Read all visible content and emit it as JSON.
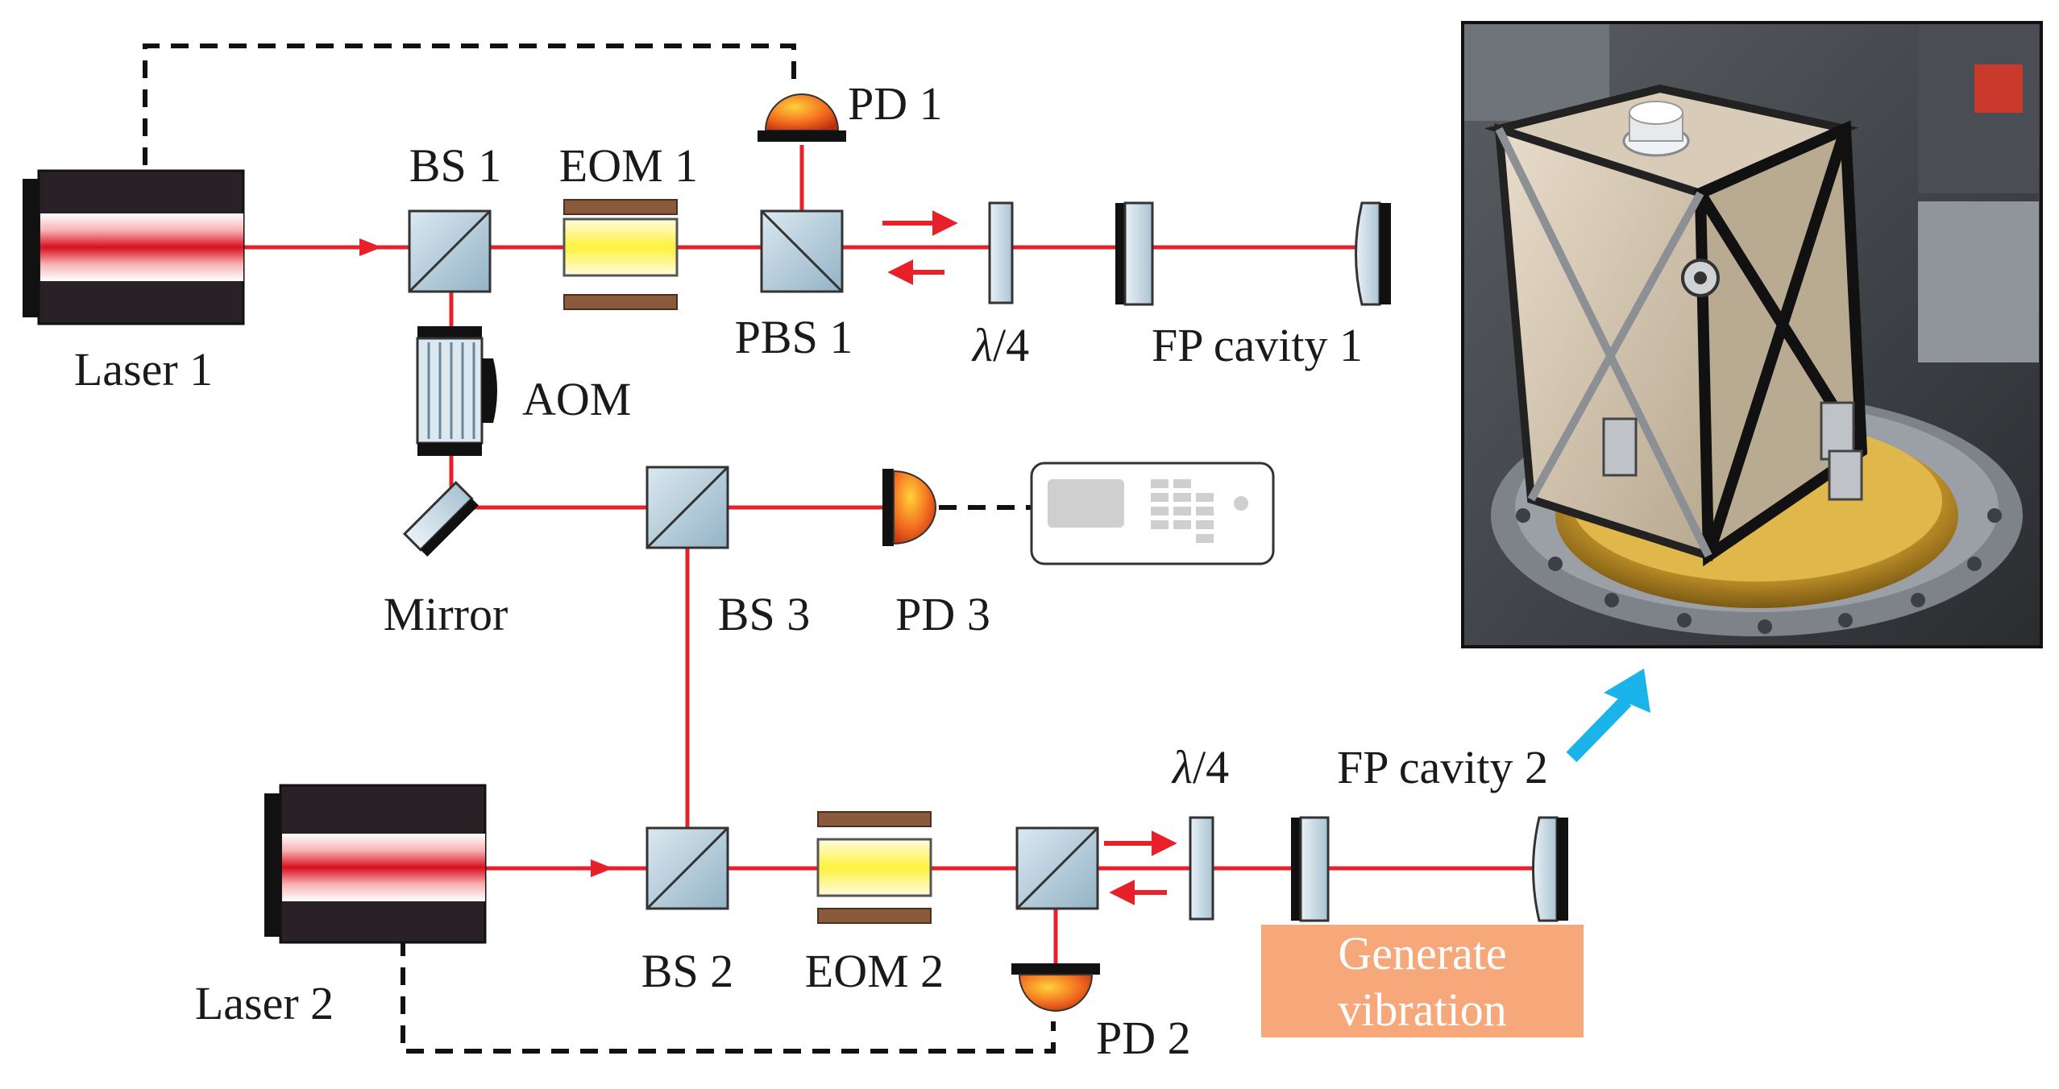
{
  "labels": {
    "laser1": "Laser 1",
    "laser2": "Laser 2",
    "bs1": "BS 1",
    "bs2": "BS 2",
    "bs3": "BS 3",
    "eom1": "EOM 1",
    "eom2": "EOM 2",
    "pbs1": "PBS 1",
    "pd1": "PD 1",
    "pd2": "PD 2",
    "pd3": "PD 3",
    "aom": "AOM",
    "mirror": "Mirror",
    "qwp1_italic": "λ",
    "qwp1_rest": "/4",
    "qwp2_italic": "λ",
    "qwp2_rest": "/4",
    "fp1": "FP cavity 1",
    "fp2": "FP cavity 2",
    "vibration_line1": "Generate",
    "vibration_line2": "vibration"
  },
  "colors": {
    "beam": "#e8202a",
    "laser_body": "#2a2126",
    "optic_glass": "#b9cfdc",
    "eom_crystal": "#fff44a",
    "eom_electrode": "#8a5a3c",
    "pd_dome": "#f0641e",
    "vibration_box": "#f6a87a",
    "arrow_callout": "#1ab3ea"
  },
  "icons": {
    "photo": "cavity-photo",
    "callout": "arrow-up-right-icon",
    "analyzer": "spectrum-analyzer-icon"
  }
}
